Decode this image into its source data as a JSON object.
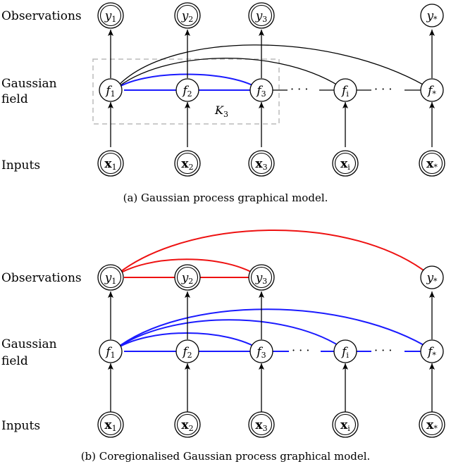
{
  "panel_a": {
    "row_labels": {
      "observations": "Observations",
      "gaussian_line1": "Gaussian",
      "gaussian_line2": "field",
      "inputs": "Inputs"
    },
    "observations": [
      {
        "main": "y",
        "sub": "1"
      },
      {
        "main": "y",
        "sub": "2"
      },
      {
        "main": "y",
        "sub": "3"
      },
      {
        "main": "y",
        "sub": "*"
      }
    ],
    "field": [
      {
        "main": "f",
        "sub": "1"
      },
      {
        "main": "f",
        "sub": "2"
      },
      {
        "main": "f",
        "sub": "3"
      },
      {
        "main": "f",
        "sub": "i"
      },
      {
        "main": "f",
        "sub": "*"
      }
    ],
    "inputs": [
      {
        "main": "x",
        "sub": "1"
      },
      {
        "main": "x",
        "sub": "2"
      },
      {
        "main": "x",
        "sub": "3"
      },
      {
        "main": "x",
        "sub": "i"
      },
      {
        "main": "x",
        "sub": "*"
      }
    ],
    "kernel_box": {
      "main": "K",
      "sub": "3"
    },
    "ellipsis": "· · ·",
    "caption": "(a) Gaussian process graphical model."
  },
  "panel_b": {
    "row_labels": {
      "observations": "Observations",
      "gaussian_line1": "Gaussian",
      "gaussian_line2": "field",
      "inputs": "Inputs"
    },
    "observations": [
      {
        "main": "y",
        "sub": "1"
      },
      {
        "main": "y",
        "sub": "2"
      },
      {
        "main": "y",
        "sub": "3"
      },
      {
        "main": "y",
        "sub": "*"
      }
    ],
    "field": [
      {
        "main": "f",
        "sub": "1"
      },
      {
        "main": "f",
        "sub": "2"
      },
      {
        "main": "f",
        "sub": "3"
      },
      {
        "main": "f",
        "sub": "i"
      },
      {
        "main": "f",
        "sub": "*"
      }
    ],
    "inputs": [
      {
        "main": "x",
        "sub": "1"
      },
      {
        "main": "x",
        "sub": "2"
      },
      {
        "main": "x",
        "sub": "3"
      },
      {
        "main": "x",
        "sub": "i"
      },
      {
        "main": "x",
        "sub": "*"
      }
    ],
    "ellipsis": "· · ·",
    "caption": "(b) Coregionalised Gaussian process graphical model."
  },
  "colors": {
    "ink": "#000000",
    "field_edges": "#1a1aff",
    "observation_edges": "#ee1111",
    "kernel_box": "#bbbbbb"
  }
}
